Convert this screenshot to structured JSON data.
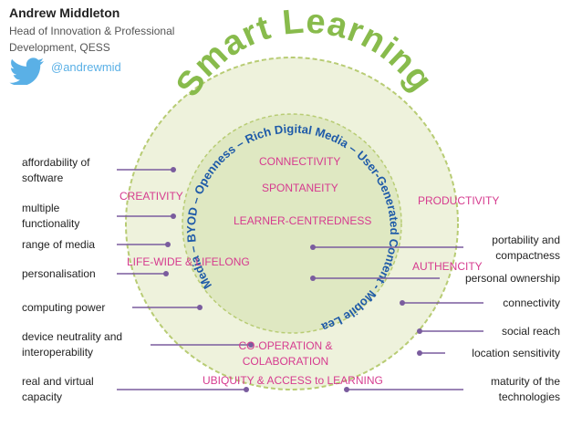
{
  "header": {
    "author_name": "Andrew Middleton",
    "role_line1": "Head of  Innovation  & Professional",
    "role_line2": "Development, QESS",
    "twitter_handle": "@andrewmid"
  },
  "outer_ring_title": "Smart Learning",
  "inner_ring_text": "Social Media – BYOD – Openness – Rich Digital Media – User-Generated Content - Mobile Learning –",
  "core_concepts": {
    "connectivity": "CONNECTIVITY",
    "spontaneity": "SPONTANEITY",
    "learner_centredness": "LEARNER-CENTREDNESS",
    "creativity": "CREATIVITY",
    "productivity": "PRODUCTIVITY",
    "lifewide": "LIFE-WIDE & LIFELONG",
    "authenticity": "AUTHENCITY",
    "cooperation_line1": "CO-OPERATION &",
    "cooperation_line2": "COLABORATION",
    "ubiquity": "UBIQUITY & ACCESS to LEARNING"
  },
  "left_attributes": {
    "affordability_line1": "affordability of",
    "affordability_line2": "software",
    "multiple_line1": "multiple",
    "multiple_line2": "functionality",
    "range_of_media": "range of media",
    "personalisation": "personalisation",
    "computing_power": "computing power",
    "device_line1": "device neutrality and",
    "device_line2": "interoperability",
    "realvirtual_line1": "real and virtual",
    "realvirtual_line2": "capacity"
  },
  "right_attributes": {
    "portability_line1": "portability and",
    "portability_line2": "compactness",
    "personal_ownership": "personal ownership",
    "connectivity": "connectivity",
    "social_reach": "social reach",
    "location_sensitivity": "location sensitivity",
    "maturity_line1": "maturity of the",
    "maturity_line2": "technologies"
  },
  "colors": {
    "outer_circle_fill": "#eef2dc",
    "outer_circle_stroke": "#b8cc74",
    "inner_circle_fill": "#dfe8c2",
    "title_green": "#88bb4c",
    "ring_text_blue": "#1e5aa8",
    "concept_pink": "#d63b8f",
    "connector_purple": "#7a5c9e",
    "twitter_blue": "#5ab0e6"
  }
}
